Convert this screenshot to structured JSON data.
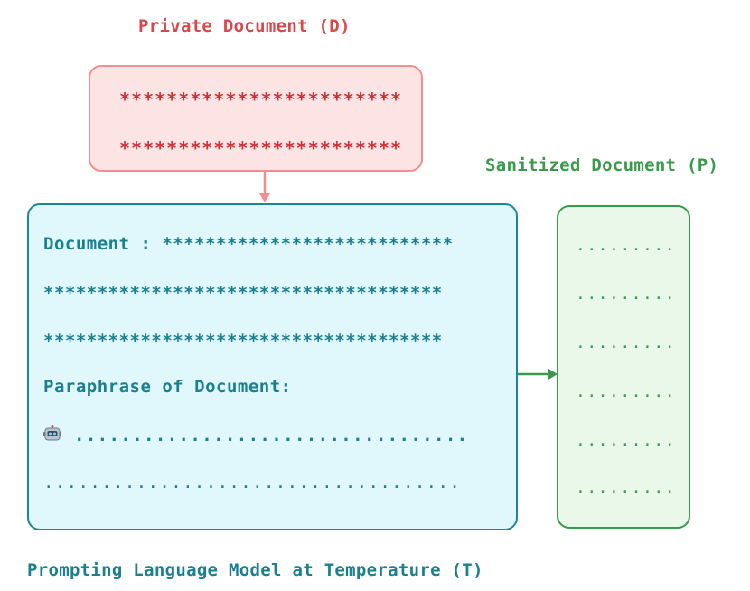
{
  "private_document": {
    "title": "Private Document (D)",
    "lines": [
      "************************",
      "************************"
    ]
  },
  "prompt_box": {
    "document_line": "Document : ***************************",
    "star_lines": [
      "*************************************",
      "*************************************"
    ],
    "paraphrase_label": "Paraphrase of Document:",
    "robot_icon": "robot-icon",
    "dots_line1": "..................................",
    "dots_line2": "...................................."
  },
  "sanitized_document": {
    "title": "Sanitized Document (P)",
    "lines": [
      ".........",
      ".........",
      ".........",
      ".........",
      ".........",
      "........."
    ]
  },
  "caption": "Prompting Language Model at Temperature (T)",
  "colors": {
    "private_fill": "#fde4e4",
    "private_stroke": "#ef8f8f",
    "private_text": "#cf2f35",
    "prompt_fill": "#e0f7fb",
    "prompt_stroke": "#1a8798",
    "prompt_text": "#1a7f8e",
    "sanitized_fill": "#e9f8e9",
    "sanitized_stroke": "#3a9a4c"
  }
}
